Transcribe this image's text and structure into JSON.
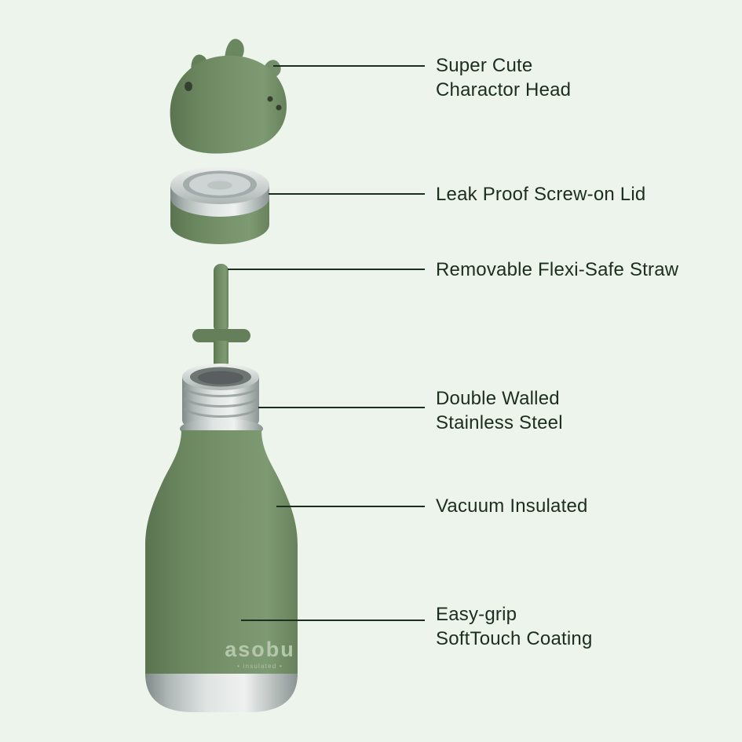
{
  "page": {
    "title": "Insulated kids bottle feature diagram",
    "background_color": "#edf4eb",
    "text_color": "#1c2e1e",
    "leader_line_color": "#1c2e1e"
  },
  "product": {
    "body_color": "#6e8a63",
    "body_shadow_color": "#5a7451",
    "steel_color": "#c7cecd",
    "detail_color": "#33402f",
    "logo": "asobu",
    "logo_tagline": "• insulated •",
    "logo_color": "#b5c7aa"
  },
  "callouts": [
    {
      "id": "character-head",
      "lines": [
        "Super Cute",
        "Charactor Head"
      ]
    },
    {
      "id": "screw-lid",
      "lines": [
        "Leak Proof Screw-on Lid"
      ]
    },
    {
      "id": "straw",
      "lines": [
        "Removable Flexi-Safe Straw"
      ]
    },
    {
      "id": "double-wall",
      "lines": [
        "Double Walled",
        "Stainless Steel"
      ]
    },
    {
      "id": "vacuum",
      "lines": [
        "Vacuum Insulated"
      ]
    },
    {
      "id": "coating",
      "lines": [
        "Easy-grip",
        "SoftTouch Coating"
      ]
    }
  ]
}
